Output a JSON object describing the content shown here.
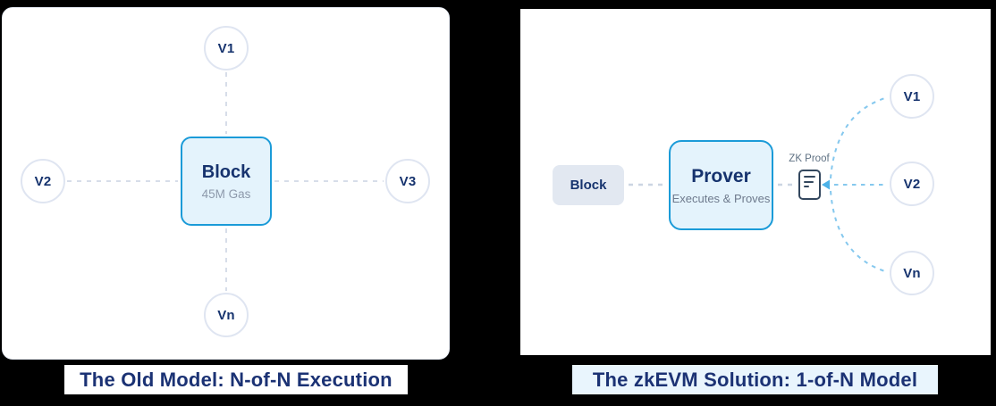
{
  "colors": {
    "background": "#000000",
    "panel": "#ffffff",
    "accent_blue_border": "#1b9bd8",
    "accent_blue_fill": "#e4f3fc",
    "navy_text": "#16336e",
    "subtitle_gray": "#8d99ab",
    "dash_gray": "#d7dde9",
    "dash_light_blue": "#85c8ee",
    "gray_block_fill": "#e2e8f1",
    "circle_border": "#dfe5f1",
    "doc_icon_stroke": "#33475e",
    "caption_text": "#1b3274",
    "caption_right_bg": "#e9f5fd"
  },
  "left_diagram": {
    "caption": "The Old Model: N-of-N Execution",
    "block": {
      "title": "Block",
      "subtitle": "45M Gas"
    },
    "validators": [
      {
        "label": "V1"
      },
      {
        "label": "V2"
      },
      {
        "label": "V3"
      },
      {
        "label": "Vn"
      }
    ]
  },
  "right_diagram": {
    "caption": "The zkEVM Solution: 1-of-N Model",
    "block_label": "Block",
    "prover": {
      "title": "Prover",
      "subtitle": "Executes & Proves"
    },
    "zk_proof_label": "ZK Proof",
    "validators": [
      {
        "label": "V1"
      },
      {
        "label": "V2"
      },
      {
        "label": "Vn"
      }
    ]
  }
}
